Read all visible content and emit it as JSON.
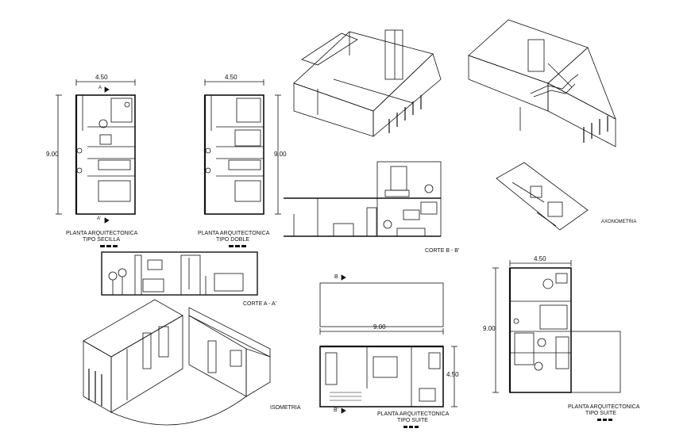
{
  "drawings": {
    "plan_single": {
      "title_line1": "PLANTA ARQUITECTONICA",
      "title_line2": "TIPO SECILLA",
      "width": "4.50",
      "height": "9.00",
      "section_top": "A",
      "section_bottom": "A'"
    },
    "plan_double": {
      "title_line1": "PLANTA ARQUITECTONICA",
      "title_line2": "TIPO DOBLE",
      "width": "4.50",
      "height": "9.00"
    },
    "section_bb": {
      "title": "CORTE B - B'"
    },
    "section_aa": {
      "title": "CORTE A - A'"
    },
    "axonometry": {
      "title": "AXONOMETRIA"
    },
    "isometry": {
      "title": "ISOMETRIA"
    },
    "plan_suite_horizontal": {
      "title_line1": "PLANTA ARQUITECTONICA",
      "title_line2": "TIPO SUITE",
      "width": "9.00",
      "height": "4.50",
      "section_top": "B",
      "section_bottom": "B'"
    },
    "plan_suite_vertical": {
      "title_line1": "PLANTA ARQUITECTONICA",
      "title_line2": "TIPO SUITE",
      "width": "4.50",
      "height": "9.00"
    }
  },
  "colors": {
    "line": "#111111",
    "background": "#ffffff"
  }
}
